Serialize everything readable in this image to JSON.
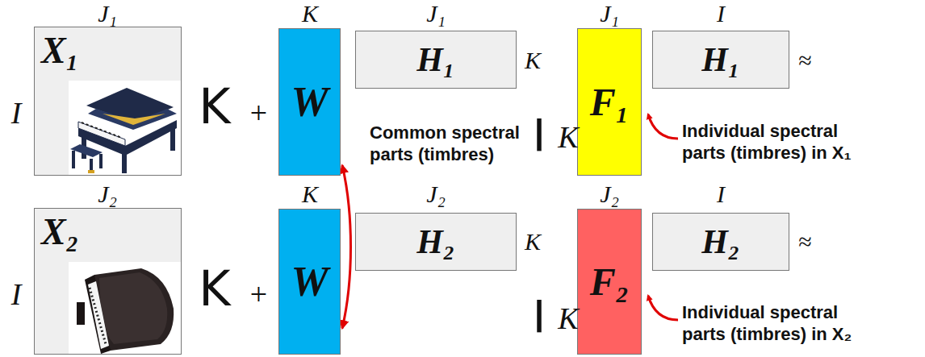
{
  "diagram": {
    "nodes": [
      {
        "text": [
          "X₁"
        ]
      },
      {
        "text": [
          "W"
        ]
      },
      {
        "text": [
          "H₁"
        ]
      },
      {
        "text": [
          "F₁"
        ]
      },
      {
        "text": [
          "H₁"
        ]
      },
      {
        "text": [
          "X₂"
        ]
      },
      {
        "text": [
          "W"
        ]
      },
      {
        "text": [
          "H₂"
        ]
      },
      {
        "text": [
          "F₂"
        ]
      },
      {
        "text": [
          "H₂"
        ]
      }
    ],
    "edges": [
      {
        "from": 1,
        "to": 6,
        "arrow": "both"
      }
    ],
    "labels": [
      "J₁",
      "K",
      "J₁",
      "K",
      "J₁",
      "I",
      "≈",
      "I",
      "K",
      "+",
      "I",
      "K",
      "Common spectral parts (timbres)",
      "Individual spectral parts (timbres) in X₁",
      "J₂",
      "K",
      "J₂",
      "K",
      "J₂",
      "I",
      "≈",
      "I",
      "K",
      "+",
      "I",
      "K",
      "Individual spectral parts (timbres) in X₂"
    ]
  }
}
